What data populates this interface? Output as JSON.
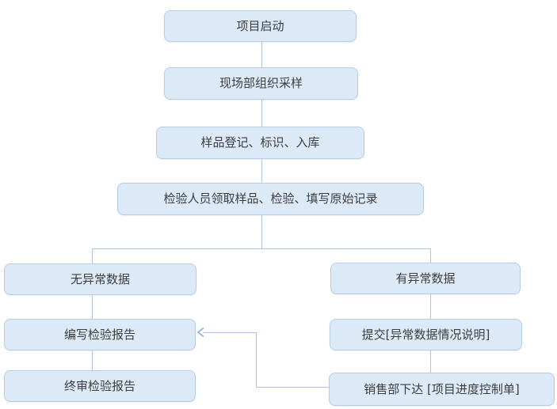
{
  "diagram": {
    "type": "flowchart",
    "colors": {
      "node-fill": "#dce9f7",
      "node-border": "#b7cbe3",
      "connector": "#aec3dd",
      "arrow": "#8fafd4",
      "text": "#3d3d3d",
      "background": "#ffffff"
    },
    "nodes": [
      {
        "id": "project-start",
        "label": "项目启动"
      },
      {
        "id": "field-sampling",
        "label": "现场部组织采样"
      },
      {
        "id": "sample-registration",
        "label": "样品登记、标识、入库"
      },
      {
        "id": "inspection-record",
        "label": "检验人员领取样品、检验、填写原始记录"
      },
      {
        "id": "no-abnormal-data",
        "label": "无异常数据"
      },
      {
        "id": "abnormal-data",
        "label": "有异常数据"
      },
      {
        "id": "write-report",
        "label": "编写检验报告"
      },
      {
        "id": "submit-abnormal-note",
        "label": "提交[异常数据情况说明]"
      },
      {
        "id": "final-review-report",
        "label": "终审检验报告"
      },
      {
        "id": "sales-control-sheet",
        "label": "销售部下达 [项目进度控制单]"
      }
    ],
    "edges": [
      {
        "from": "project-start",
        "to": "field-sampling"
      },
      {
        "from": "field-sampling",
        "to": "sample-registration"
      },
      {
        "from": "sample-registration",
        "to": "inspection-record"
      },
      {
        "from": "inspection-record",
        "to": "no-abnormal-data"
      },
      {
        "from": "inspection-record",
        "to": "abnormal-data"
      },
      {
        "from": "no-abnormal-data",
        "to": "write-report"
      },
      {
        "from": "write-report",
        "to": "final-review-report"
      },
      {
        "from": "abnormal-data",
        "to": "submit-abnormal-note"
      },
      {
        "from": "submit-abnormal-note",
        "to": "sales-control-sheet"
      },
      {
        "from": "sales-control-sheet",
        "to": "write-report",
        "arrow": true
      }
    ]
  }
}
